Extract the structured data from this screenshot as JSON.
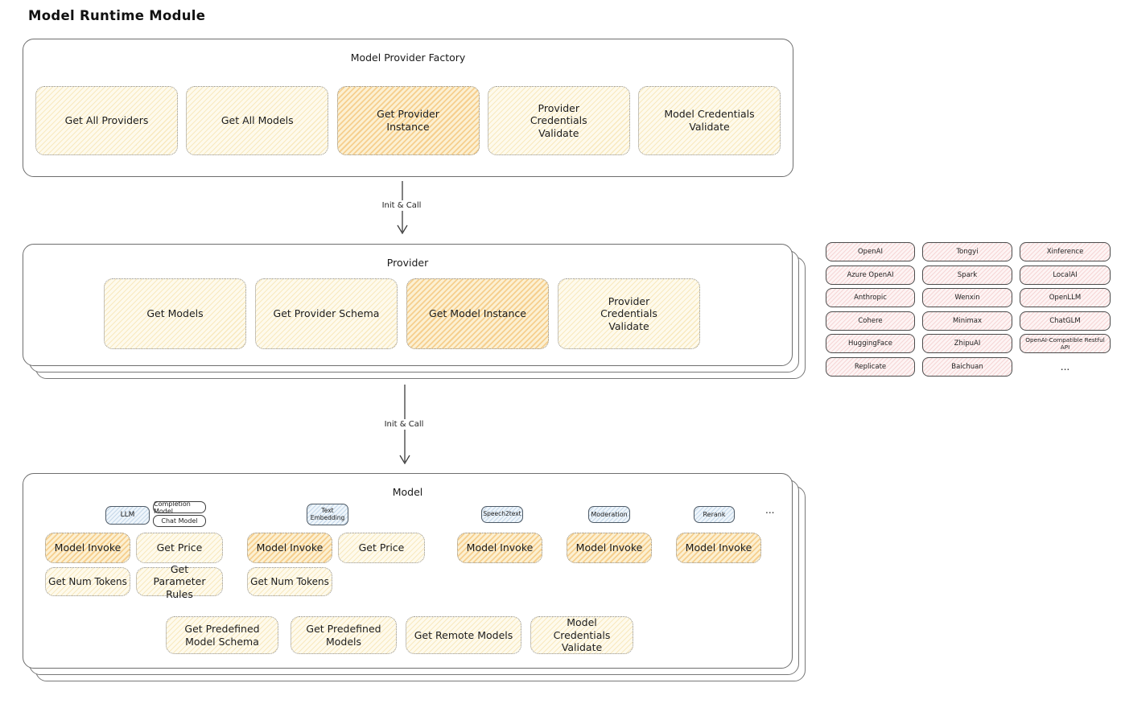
{
  "page": {
    "title": "Model Runtime Module"
  },
  "factory": {
    "title": "Model Provider Factory",
    "buttons": [
      "Get All Providers",
      "Get All Models",
      "Get Provider Instance",
      "Provider Credentials Validate",
      "Model Credentials Validate"
    ]
  },
  "arrows": {
    "init_call_1": "Init & Call",
    "init_call_2": "Init & Call"
  },
  "provider": {
    "title": "Provider",
    "buttons": [
      "Get Models",
      "Get Provider Schema",
      "Get Model Instance",
      "Provider Credentials Validate"
    ]
  },
  "providers_panel": {
    "rows": [
      [
        "OpenAI",
        "Tongyi",
        "Xinference"
      ],
      [
        "Azure OpenAI",
        "Spark",
        "LocalAI"
      ],
      [
        "Anthropic",
        "Wenxin",
        "OpenLLM"
      ],
      [
        "Cohere",
        "Minimax",
        "ChatGLM"
      ],
      [
        "HuggingFace",
        "ZhipuAI",
        "OpenAI-Compatible Restful API"
      ],
      [
        "Replicate",
        "Baichuan"
      ]
    ],
    "more": "..."
  },
  "model": {
    "title": "Model",
    "types": {
      "llm": "LLM",
      "completion_model": "Completion Model",
      "chat_model": "Chat Model",
      "text_embedding": "Text Embedding",
      "speech2text": "Speech2text",
      "moderation": "Moderation",
      "rerank": "Rerank",
      "more": "..."
    },
    "actions": {
      "model_invoke": "Model Invoke",
      "get_price": "Get Price",
      "get_num_tokens": "Get Num Tokens",
      "get_parameter_rules": "Get Parameter Rules"
    },
    "bottom_buttons": [
      "Get Predefined Model Schema",
      "Get Predefined Models",
      "Get Remote Models",
      "Model Credentials Validate"
    ]
  },
  "colors": {
    "node_yellow": "#fefaec",
    "node_orange_highlight": "#f6d9a2",
    "provider_pink": "#fdf4f4",
    "type_blue": "#eef5fb",
    "stroke": "#4c4c4c"
  }
}
